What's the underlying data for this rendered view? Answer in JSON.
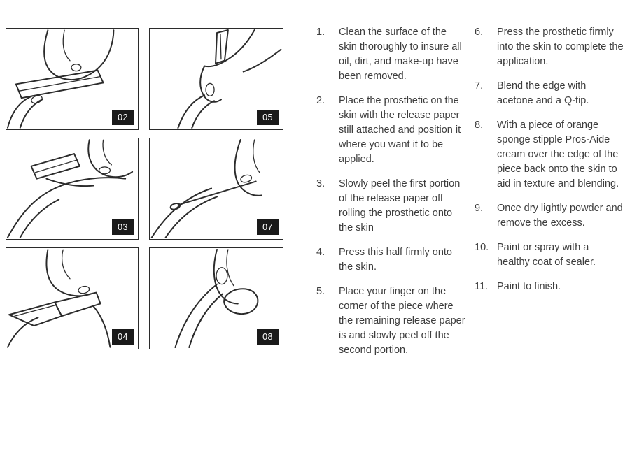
{
  "panels": [
    {
      "label": "02"
    },
    {
      "label": "05"
    },
    {
      "label": "03"
    },
    {
      "label": "07"
    },
    {
      "label": "04"
    },
    {
      "label": "08"
    }
  ],
  "instructions": {
    "col1": [
      {
        "num": "1.",
        "text": "Clean the surface of the skin thoroughly to insure all oil, dirt, and make-up have been removed."
      },
      {
        "num": "2.",
        "text": "Place the prosthetic on the skin with the release paper still attached and position it where you want it to be applied."
      },
      {
        "num": "3.",
        "text": "Slowly peel the first portion of the release paper off rolling the prosthetic onto the skin"
      },
      {
        "num": "4.",
        "text": "Press this half firmly onto the skin."
      },
      {
        "num": "5.",
        "text": "Place your finger on the corner of the piece where the remaining release paper is and slowly peel off the second portion."
      }
    ],
    "col2": [
      {
        "num": "6.",
        "text": "Press the prosthetic firmly into the skin to complete the application."
      },
      {
        "num": "7.",
        "text": "Blend the edge with acetone and a Q-tip."
      },
      {
        "num": "8.",
        "text": "With a piece of orange sponge stipple Pros-Aide cream over the edge of the piece back onto the skin to aid in texture and blending."
      },
      {
        "num": "9.",
        "text": "Once dry lightly powder and remove the excess."
      },
      {
        "num": "10.",
        "text": "Paint or spray with a healthy coat of sealer."
      },
      {
        "num": "11.",
        "text": "Paint to finish."
      }
    ]
  },
  "colors": {
    "badge_bg": "#1a1a1a",
    "badge_text": "#ffffff",
    "line_art": "#2b2b2b",
    "body_text": "#3d3d3d"
  }
}
